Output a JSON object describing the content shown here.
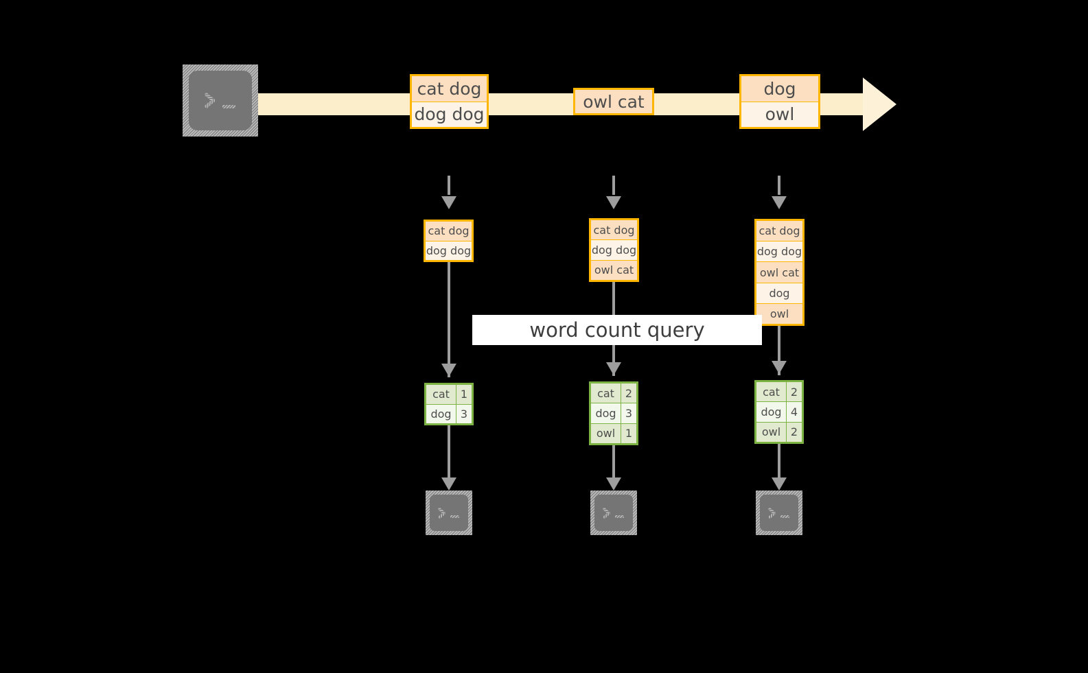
{
  "diagram": {
    "title_label": "word count query",
    "colors": {
      "stream_band": "#fdeecb",
      "stream_head": "#fdf2d8",
      "record_border": "#ffb600",
      "record_fill_dark": "#fbdfc0",
      "record_fill_light": "#fdf3e7",
      "table_border": "#7cb342",
      "table_fill_dark": "#e1eace",
      "table_fill_light": "#f3f8ec",
      "arrow_gray": "#9e9e9e",
      "terminal_gray": "#757575",
      "background": "#000000"
    },
    "source": {
      "icon": "terminal-icon",
      "prompt_glyph": ">_"
    },
    "stream": {
      "records": [
        {
          "name": "record-1",
          "lines": [
            "cat dog",
            "dog dog"
          ]
        },
        {
          "name": "record-2",
          "lines": [
            "owl cat"
          ]
        },
        {
          "name": "record-3",
          "lines": [
            "dog",
            "owl"
          ]
        }
      ]
    },
    "columns": [
      {
        "name": "snapshot-1",
        "input_lines": [
          "cat dog",
          "dog dog"
        ],
        "result": {
          "rows": [
            {
              "word": "cat",
              "count": "1"
            },
            {
              "word": "dog",
              "count": "3"
            }
          ]
        },
        "sink_icon": "terminal-icon",
        "sink_prompt_glyph": ">_"
      },
      {
        "name": "snapshot-2",
        "input_lines": [
          "cat dog",
          "dog dog",
          "owl cat"
        ],
        "result": {
          "rows": [
            {
              "word": "cat",
              "count": "2"
            },
            {
              "word": "dog",
              "count": "3"
            },
            {
              "word": "owl",
              "count": "1"
            }
          ]
        },
        "sink_icon": "terminal-icon",
        "sink_prompt_glyph": ">_"
      },
      {
        "name": "snapshot-3",
        "input_lines": [
          "cat dog",
          "dog dog",
          "owl cat",
          "dog",
          "owl"
        ],
        "result": {
          "rows": [
            {
              "word": "cat",
              "count": "2"
            },
            {
              "word": "dog",
              "count": "4"
            },
            {
              "word": "owl",
              "count": "2"
            }
          ]
        },
        "sink_icon": "terminal-icon",
        "sink_prompt_glyph": ">_"
      }
    ]
  }
}
